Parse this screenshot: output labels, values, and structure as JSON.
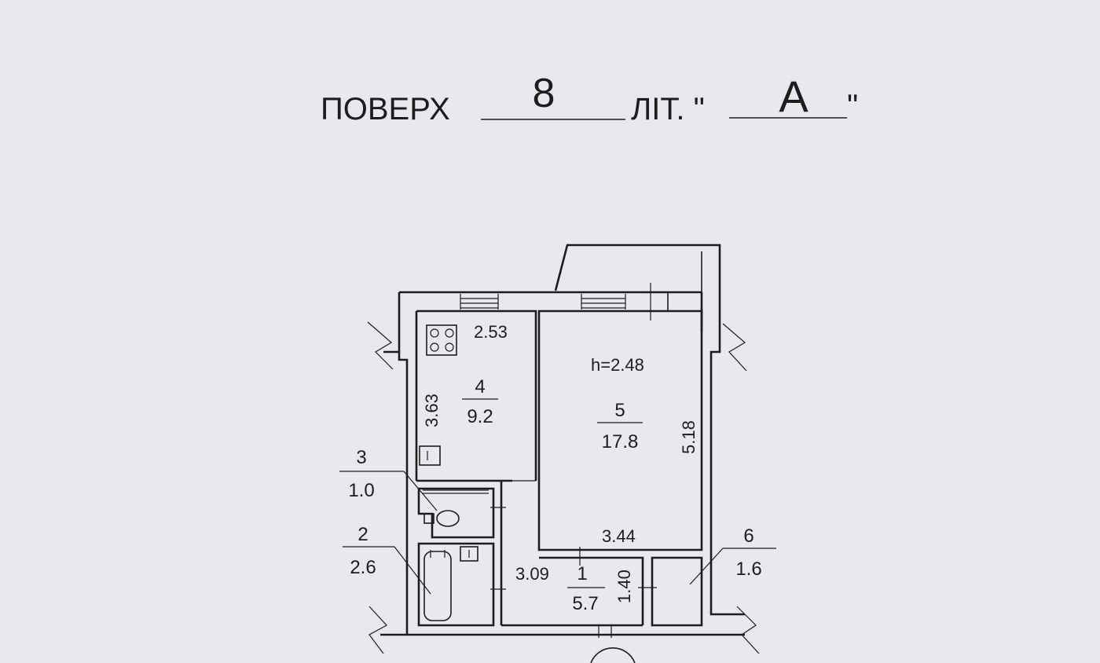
{
  "header": {
    "floor_label": "ПОВЕРХ",
    "floor_value": "8",
    "letter_label": "ЛІТ. \"",
    "letter_value": "А",
    "letter_close": "\""
  },
  "plan": {
    "height_note": "h=2.48",
    "dimensions": {
      "kitchen_width": "2.53",
      "kitchen_depth": "3.63",
      "room_width": "3.44",
      "room_depth": "5.18",
      "hall_width": "3.09",
      "hall_depth": "1.40"
    },
    "rooms": [
      {
        "number": "1",
        "area": "5.7"
      },
      {
        "number": "2",
        "area": "2.6"
      },
      {
        "number": "3",
        "area": "1.0"
      },
      {
        "number": "4",
        "area": "9.2"
      },
      {
        "number": "5",
        "area": "17.8"
      },
      {
        "number": "6",
        "area": "1.6"
      }
    ]
  }
}
